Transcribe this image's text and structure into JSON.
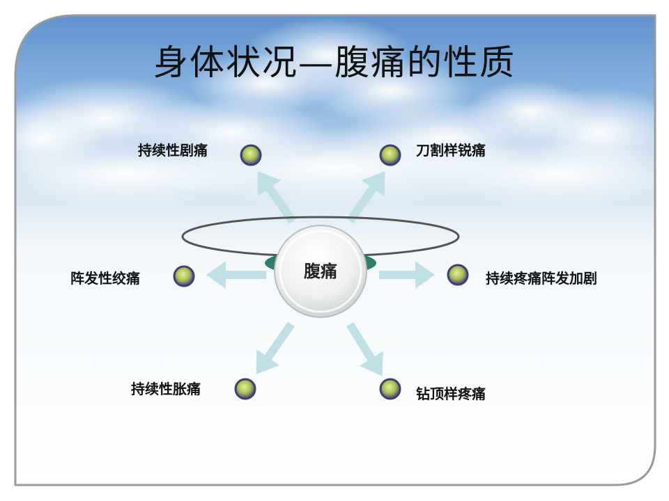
{
  "title": "身体状况—腹痛的性质",
  "center": "腹痛",
  "nodes": {
    "top_left": "持续性剧痛",
    "top_right": "刀割样锐痛",
    "mid_left": "阵发性绞痛",
    "mid_right": "持续疼痛阵发加剧",
    "bottom_left": "持续性胀痛",
    "bottom_right": "钻顶样疼痛"
  },
  "colors": {
    "sky": "#9fc3e6",
    "arrow": "#bfe0e6",
    "node_outer": "#3b3f7a",
    "node_inner": "#c6d86a",
    "frame": "#9a9a9a"
  }
}
